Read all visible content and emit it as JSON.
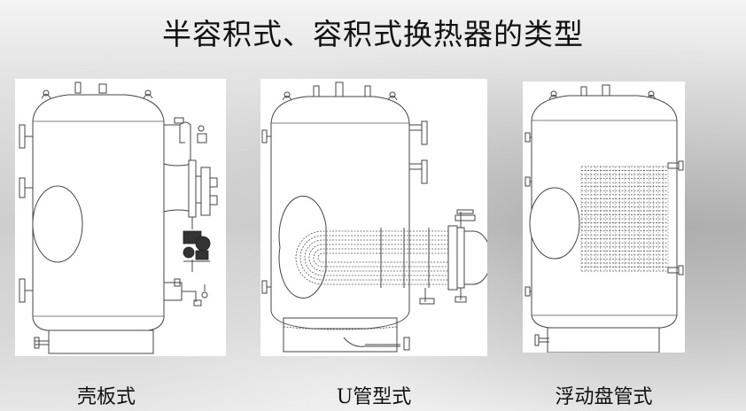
{
  "title": "半容积式、容积式换热器的类型",
  "panels": [
    {
      "caption": "壳板式",
      "icon": "shell-plate-heat-exchanger-icon"
    },
    {
      "caption": "U管型式",
      "icon": "u-tube-heat-exchanger-icon"
    },
    {
      "caption": "浮动盘管式",
      "icon": "floating-coil-heat-exchanger-icon"
    }
  ]
}
